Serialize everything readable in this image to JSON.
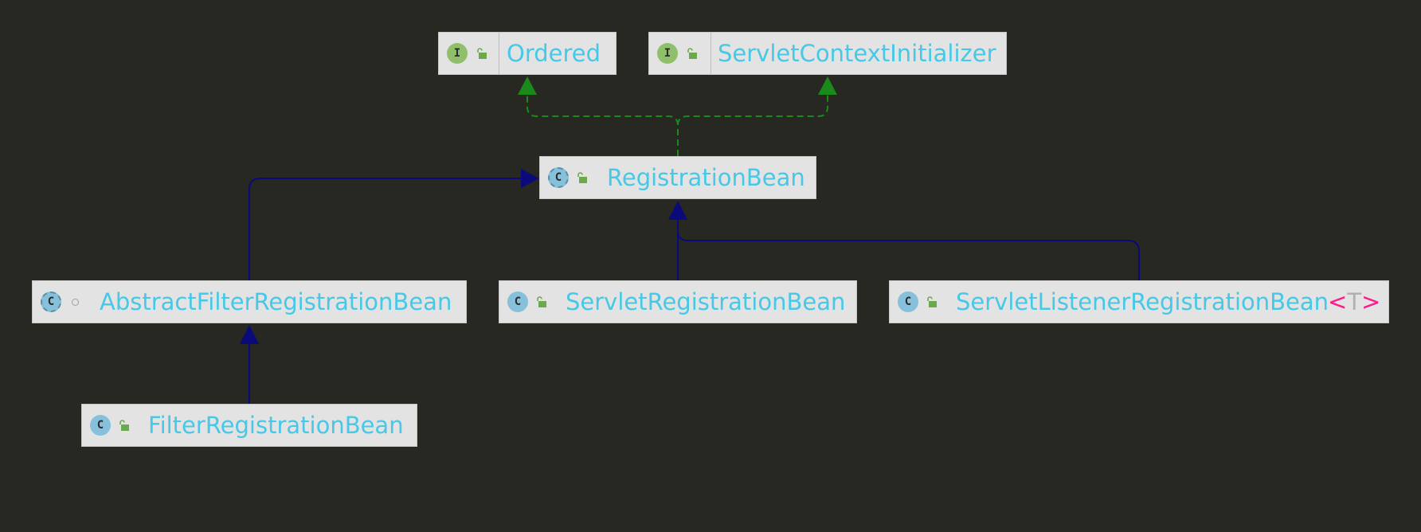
{
  "nodes": {
    "ordered": {
      "kind": "interface",
      "icon": "I",
      "name": "Ordered"
    },
    "servlet_context_initializer": {
      "kind": "interface",
      "icon": "I",
      "name": "ServletContextInitializer"
    },
    "registration_bean": {
      "kind": "abstract-class",
      "icon": "C",
      "name": "RegistrationBean"
    },
    "abstract_filter_registration_bean": {
      "kind": "abstract-class",
      "icon": "C",
      "name": "AbstractFilterRegistrationBean"
    },
    "servlet_registration_bean": {
      "kind": "class",
      "icon": "C",
      "name": "ServletRegistrationBean"
    },
    "servlet_listener_registration_bean": {
      "kind": "class",
      "icon": "C",
      "name": "ServletListenerRegistrationBean",
      "generic_open": "<",
      "generic_param": "T",
      "generic_close": ">"
    },
    "filter_registration_bean": {
      "kind": "class",
      "icon": "C",
      "name": "FilterRegistrationBean"
    }
  },
  "edges": [
    {
      "from": "registration_bean",
      "to": "ordered",
      "type": "implements"
    },
    {
      "from": "registration_bean",
      "to": "servlet_context_initializer",
      "type": "implements"
    },
    {
      "from": "abstract_filter_registration_bean",
      "to": "registration_bean",
      "type": "extends"
    },
    {
      "from": "servlet_registration_bean",
      "to": "registration_bean",
      "type": "extends"
    },
    {
      "from": "servlet_listener_registration_bean",
      "to": "registration_bean",
      "type": "extends"
    },
    {
      "from": "filter_registration_bean",
      "to": "abstract_filter_registration_bean",
      "type": "extends"
    }
  ],
  "colors": {
    "background": "#272822",
    "node_fill": "#e3e3e3",
    "label": "#46c8e6",
    "extends_edge": "#0a0a7a",
    "implements_edge": "#1a8a1a",
    "interface_icon": "#8fbf6a",
    "class_icon": "#86c0da",
    "public_lock": "#6aaa4a",
    "generic_bracket": "#ff1a8c"
  },
  "icons": {
    "interface": "interface-icon",
    "class": "class-icon",
    "abstract_class": "abstract-class-icon",
    "public_visibility": "public-lock-icon",
    "package_visibility": "package-private-dot-icon"
  }
}
